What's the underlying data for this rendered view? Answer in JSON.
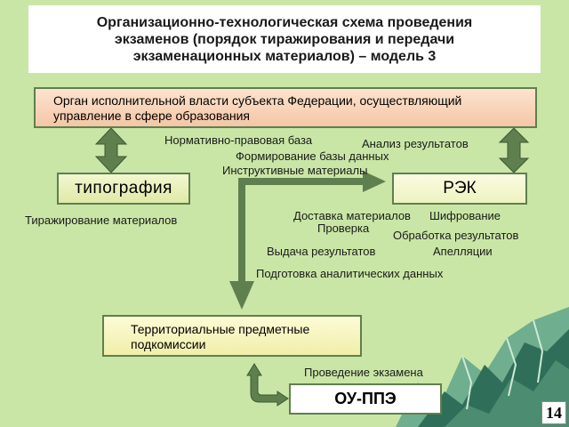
{
  "title": "Организационно-технологическая схема проведения\nэкзаменов (порядок тиражирования и передачи\nэкзаменационных материалов) – модель 3",
  "boxes": {
    "organ": "Орган исполнительной власти субъекта Федерации, осуществляющий управление в сфере образования",
    "tipografiya": "типография",
    "rek": "РЭК",
    "territorial": "Территориальные предметные подкомиссии",
    "ou_ppe": "ОУ-ППЭ"
  },
  "labels": {
    "normativ": "Нормативно-правовая база",
    "analiz": "Анализ результатов",
    "formirovanie": "Формирование базы данных",
    "instrukt": "Инструктивные материалы",
    "tirazh": "Тиражирование материалов",
    "dostavka": "Доставка материалов",
    "shifr": "Шифрование",
    "proverka": "Проверка",
    "obrabotka": "Обработка результатов",
    "vydacha": "Выдача результатов",
    "apellyatsii": "Апелляции",
    "podgotovka": "Подготовка аналитических данных",
    "provedenie": "Проведение экзамена"
  },
  "page_number": "14",
  "colors": {
    "background": "#c9e6a6",
    "arrow": "#5f7f4f",
    "mountain_dark": "#2f6f5a",
    "mountain_light": "#6fae8e"
  }
}
